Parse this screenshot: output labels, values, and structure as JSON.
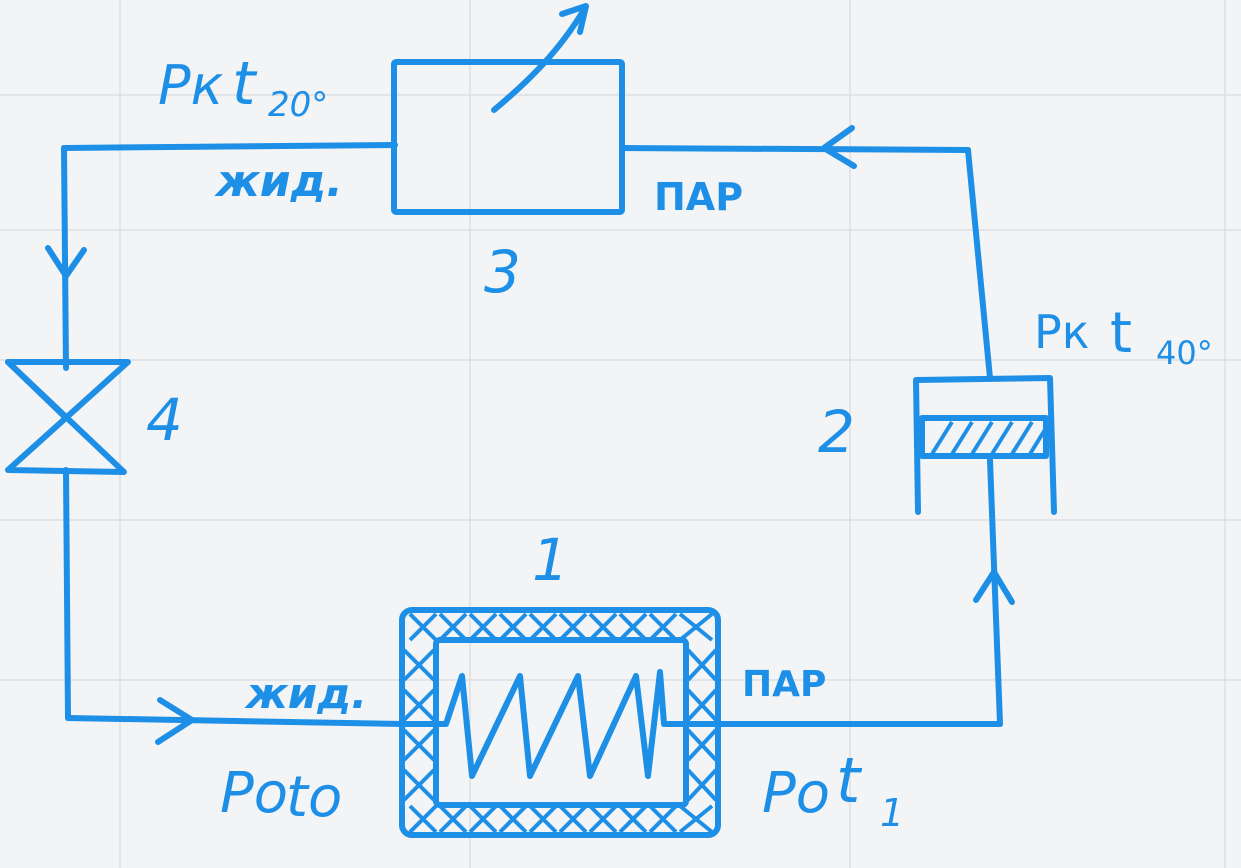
{
  "colors": {
    "ink": "#1e8fe6",
    "paper": "#f3f4f6"
  },
  "labels": {
    "top_left_pk": "Pк",
    "top_left_t": "t",
    "top_left_temp": "20°",
    "top_left_state": "жид.",
    "top_right_state": "ПАР",
    "right_pk": "Pк",
    "right_t": "t",
    "right_temp": "40°",
    "bottom_left_state": "жид.",
    "bottom_right_state": "ПАР",
    "bottom_left_p": "Pо",
    "bottom_left_t": "tо",
    "bottom_right_p": "Pо",
    "bottom_right_t": "t",
    "bottom_right_sub": "1"
  },
  "components": {
    "evaporator_number": "1",
    "compressor_number": "2",
    "condenser_number": "3",
    "valve_number": "4"
  }
}
